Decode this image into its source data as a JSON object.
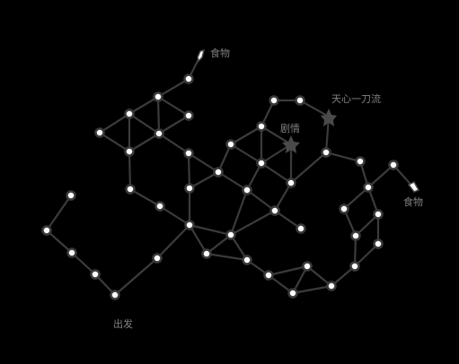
{
  "map": {
    "background": "#000000",
    "line_color": "#3b3b3b",
    "node_color": "#ffffff"
  },
  "labels": {
    "start": "出发",
    "food_top": "食物",
    "food_right": "食物",
    "plot": "剧情",
    "tianxin": "天心一刀流"
  },
  "icons": {
    "plot": "star-icon",
    "tianxin": "star-icon",
    "food": "food-icon"
  }
}
